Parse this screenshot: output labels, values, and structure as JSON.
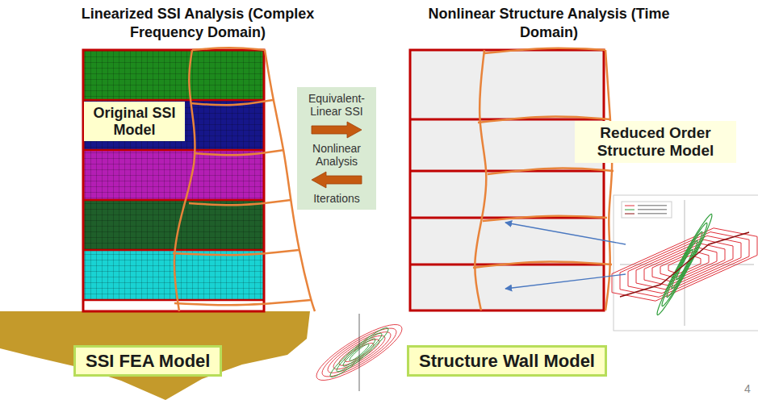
{
  "diagram": {
    "nodes": [
      {
        "text": [
          "Original SSI Model"
        ]
      },
      {
        "text": [
          "Equivalent-Linear SSI",
          "Nonlinear Analysis",
          "Iterations"
        ]
      },
      {
        "text": [
          "Reduced Order Structure Model"
        ]
      },
      {
        "text": [
          "SSI FEA Model"
        ]
      },
      {
        "text": [
          "Structure Wall Model"
        ]
      }
    ],
    "labels": [
      "Linearized SSI Analysis (Complex Frequency Domain)",
      "Nonlinear Structure Analysis (Time Domain)",
      "4"
    ]
  }
}
